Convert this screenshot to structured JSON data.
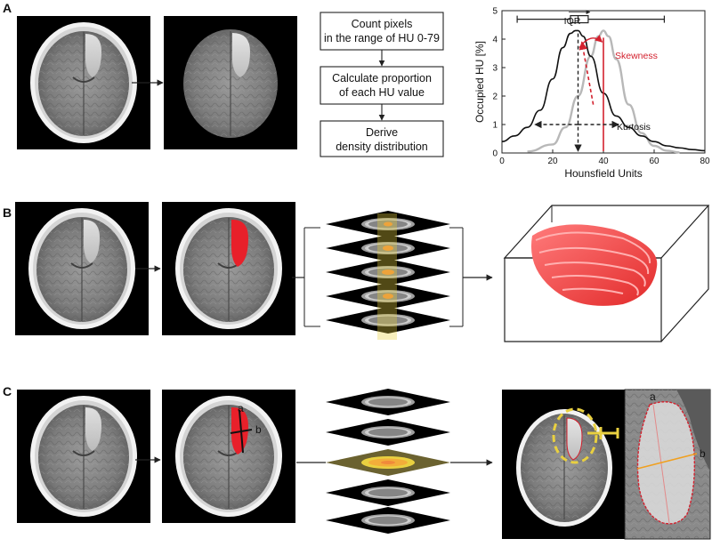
{
  "panels": [
    "A",
    "B",
    "C"
  ],
  "flowchart": {
    "step1_line1": "Count pixels",
    "step1_line2": "in the range of HU 0-79",
    "step2_line1": "Calculate proportion",
    "step2_line2": "of each HU value",
    "step3_line1": "Derive",
    "step3_line2": "density distribution"
  },
  "chart": {
    "ylabel": "Occupied HU [%]",
    "xlabel": "Hounsfield Units",
    "xticks": [
      "0",
      "20",
      "40",
      "60",
      "80"
    ],
    "yticks": [
      "0",
      "1",
      "2",
      "3",
      "4",
      "5"
    ],
    "iqr_label": "IQR",
    "skewness_label": "Skewness",
    "kurtosis_label": "Kurtosis"
  },
  "measure_labels": {
    "a": "a",
    "b": "b"
  },
  "colors": {
    "hematoma_red": "#e8202a",
    "annotation_red": "#d3212e",
    "highlight_yellow": "#e9d040",
    "gray_curve": "#b8b8b8",
    "black": "#111111"
  },
  "chart_data": {
    "type": "line",
    "xlabel": "Hounsfield Units",
    "ylabel": "Occupied HU [%]",
    "xlim": [
      0,
      80
    ],
    "ylim": [
      0,
      5
    ],
    "series": [
      {
        "x": [
          0,
          5,
          10,
          15,
          20,
          24,
          27,
          29,
          30,
          32,
          35,
          40,
          45,
          50,
          55,
          60,
          65,
          70,
          75,
          80
        ],
        "values": [
          0.4,
          0.6,
          0.9,
          1.5,
          2.6,
          3.7,
          4.2,
          4.3,
          4.3,
          4.1,
          3.4,
          2.1,
          1.3,
          0.9,
          0.6,
          0.4,
          0.25,
          0.18,
          0.12,
          0.08
        ]
      },
      {
        "x": [
          10,
          20,
          25,
          30,
          35,
          38,
          40,
          42,
          45,
          50,
          55,
          60,
          65,
          70
        ],
        "values": [
          0.05,
          0.3,
          0.9,
          2.0,
          3.4,
          4.1,
          4.3,
          4.1,
          3.3,
          1.7,
          0.7,
          0.25,
          0.08,
          0.02
        ]
      }
    ],
    "annotations": {
      "iqr_whisker_range": [
        6,
        64
      ],
      "iqr_box_range": [
        27,
        34
      ],
      "median": 30,
      "mean": 40
    }
  }
}
